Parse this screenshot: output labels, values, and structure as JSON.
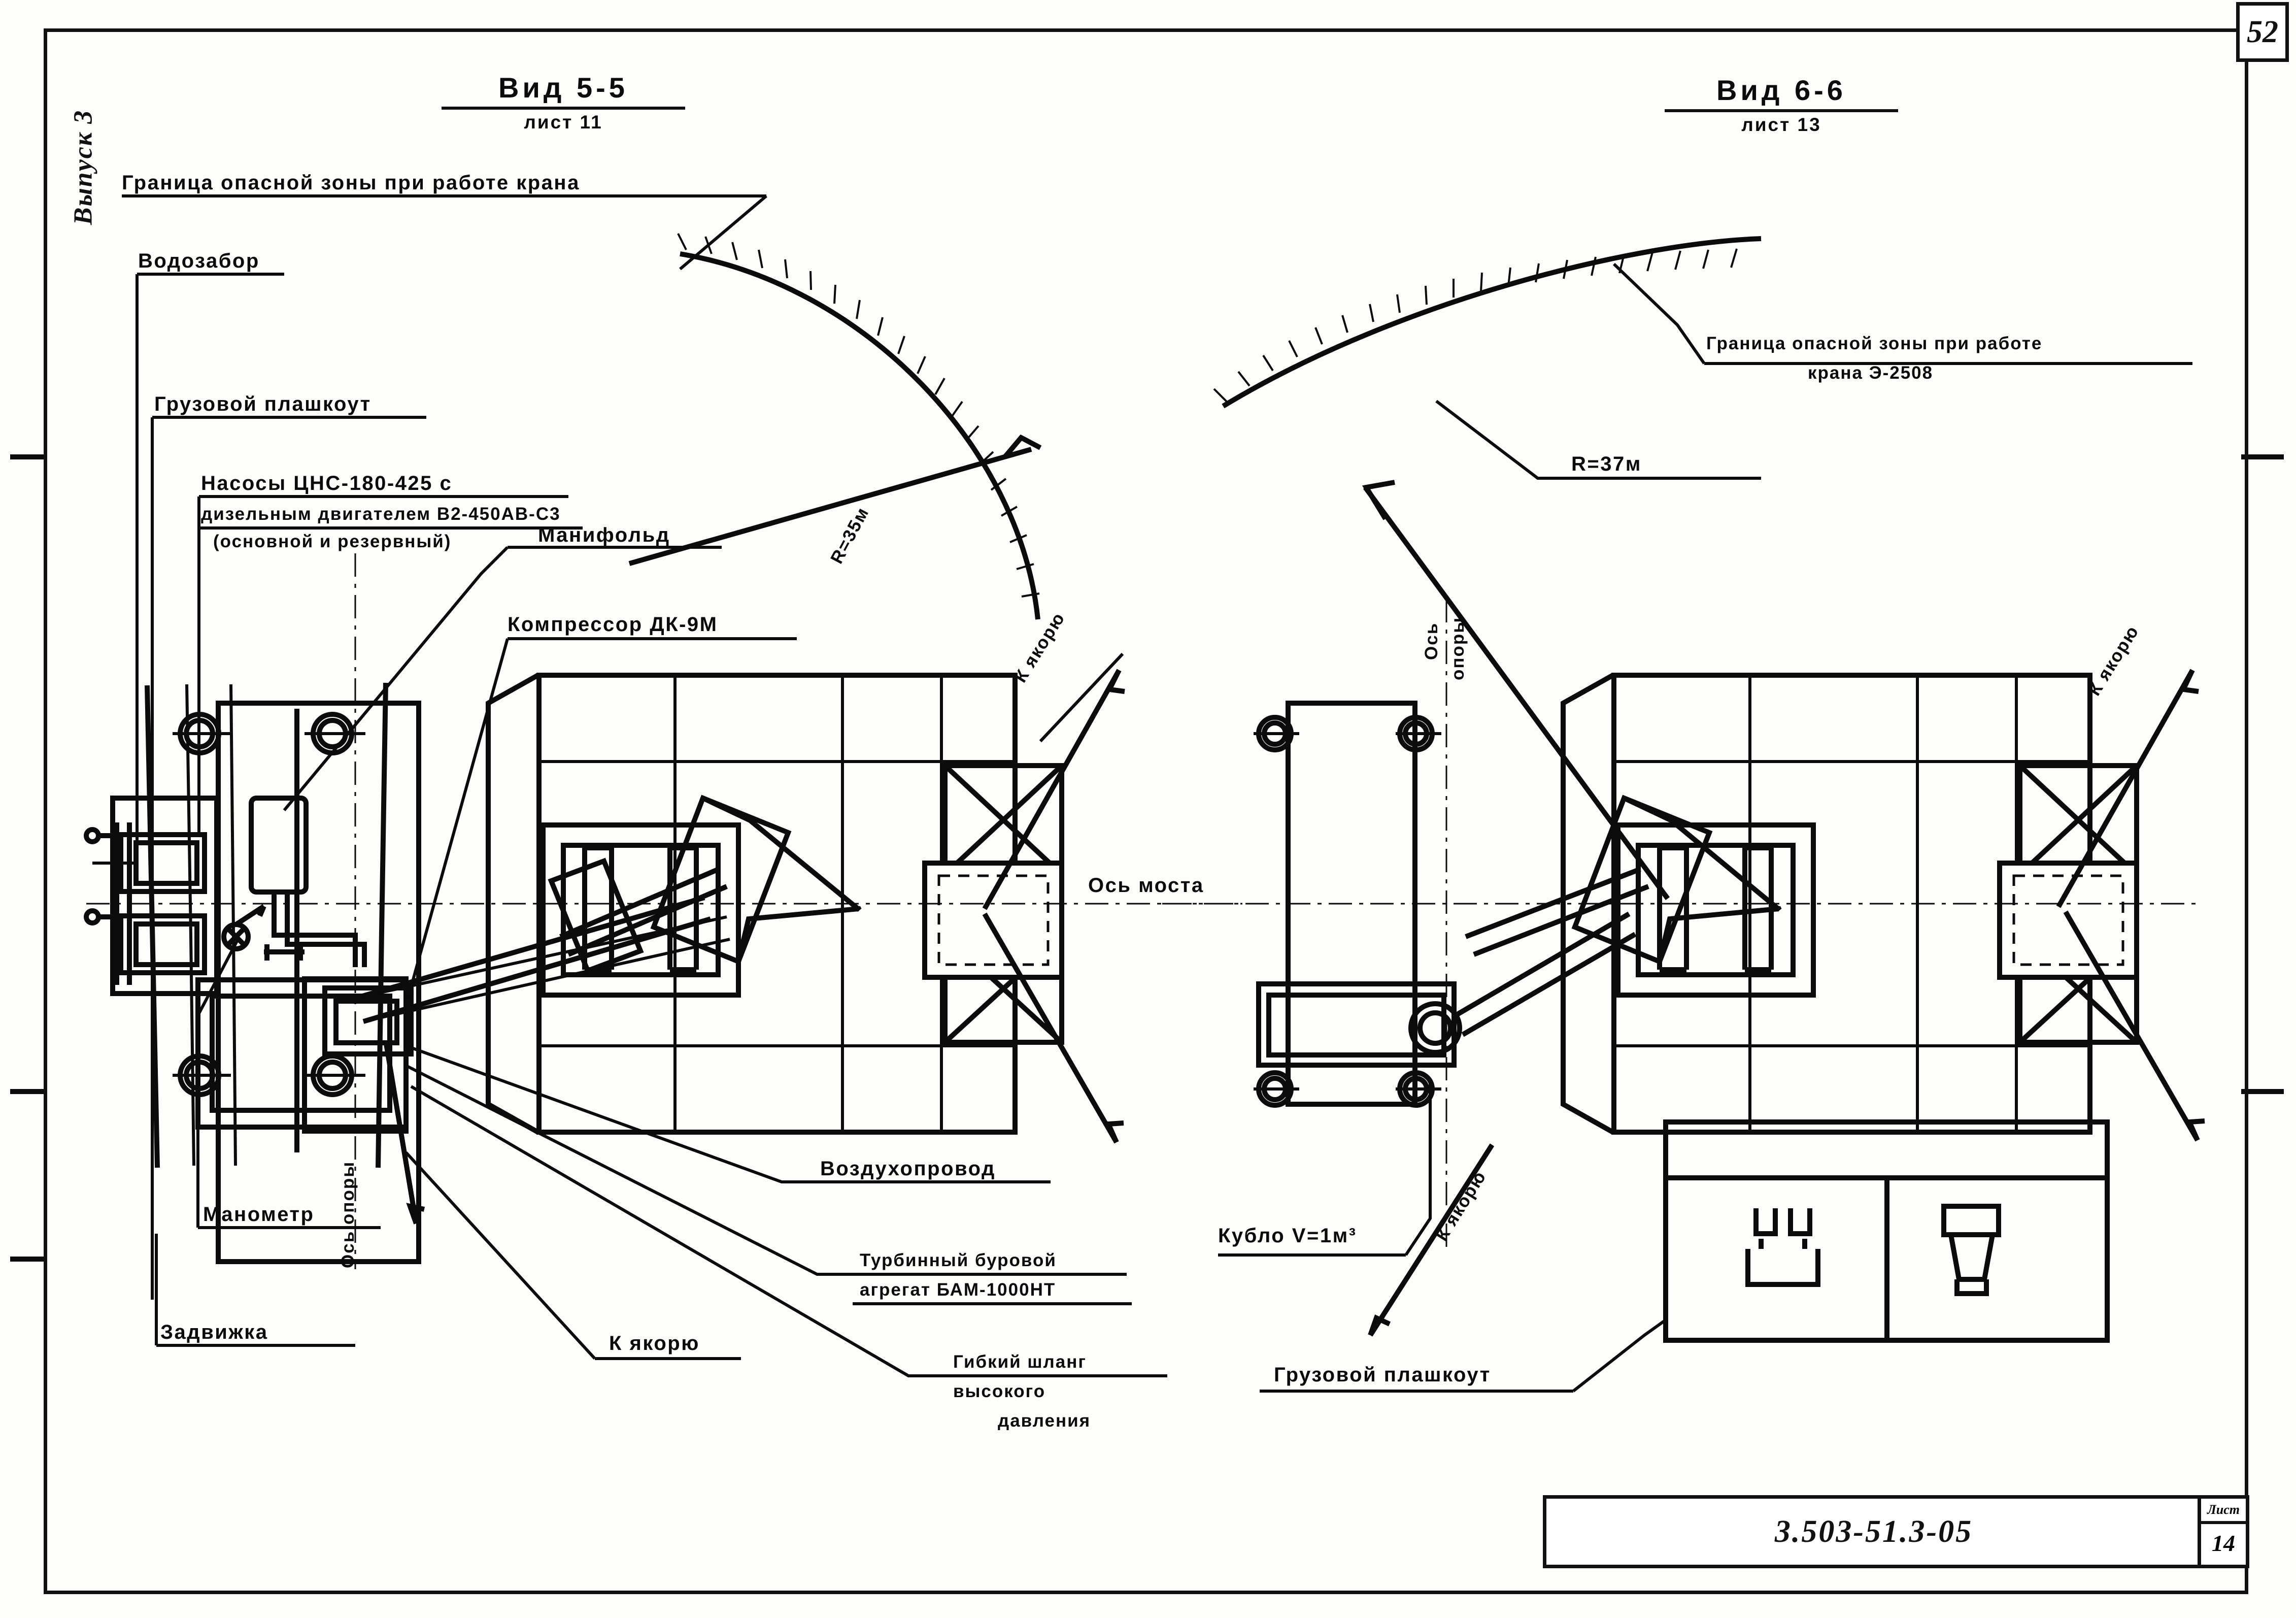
{
  "sheet": {
    "page_number": "52",
    "series_caption": "Выпуск 3",
    "title_block_code": "3.503-51.3-05",
    "sheet_label": "Лист",
    "sheet_number": "14"
  },
  "views": [
    {
      "id": "view-5-5",
      "title": "Вид 5-5",
      "subtitle": "лист 11"
    },
    {
      "id": "view-6-6",
      "title": "Вид 6-6",
      "subtitle": "лист 13"
    }
  ],
  "labels_left": {
    "danger_zone": "Граница опасной зоны при работе крана",
    "water_intake": "Водозабор",
    "cargo_barge": "Грузовой плашкоут",
    "pumps_line1": "Насосы ЦНС-180-425 с",
    "pumps_line2": "дизельным двигателем В2-450АВ-С3",
    "pumps_line3": "(основной и резервный)",
    "manifold": "Манифольд",
    "compressor": "Компрессор ДК-9М",
    "radius": "R=35м",
    "to_anchor_top": "К якорю",
    "manometer": "Манометр",
    "valve": "Задвижка",
    "support_axis": "Ось опоры",
    "to_anchor_bottom": "К якорю",
    "air_pipeline": "Воздухопровод",
    "drill_unit_line1": "Турбинный буровой",
    "drill_unit_line2": "агрегат  БАМ-1000НТ",
    "hose_line1": "Гибкий шланг",
    "hose_line2": "высокого",
    "hose_line3": "давления"
  },
  "labels_center": {
    "bridge_axis": "Ось моста"
  },
  "labels_right": {
    "danger_zone_line1": "Граница  опасной  зоны  при  работе",
    "danger_zone_line2": "крана  Э-2508",
    "radius": "R=37м",
    "support_axis_line1": "Ось",
    "support_axis_line2": "опоры",
    "to_anchor_top": "К якорю",
    "bucket": "Кубло V=1м³",
    "to_anchor_bottom": "К якорю",
    "cargo_barge": "Грузовой плашкоут"
  },
  "colors": {
    "ink": "#0b0b0b",
    "paper": "#fdfdfb"
  }
}
